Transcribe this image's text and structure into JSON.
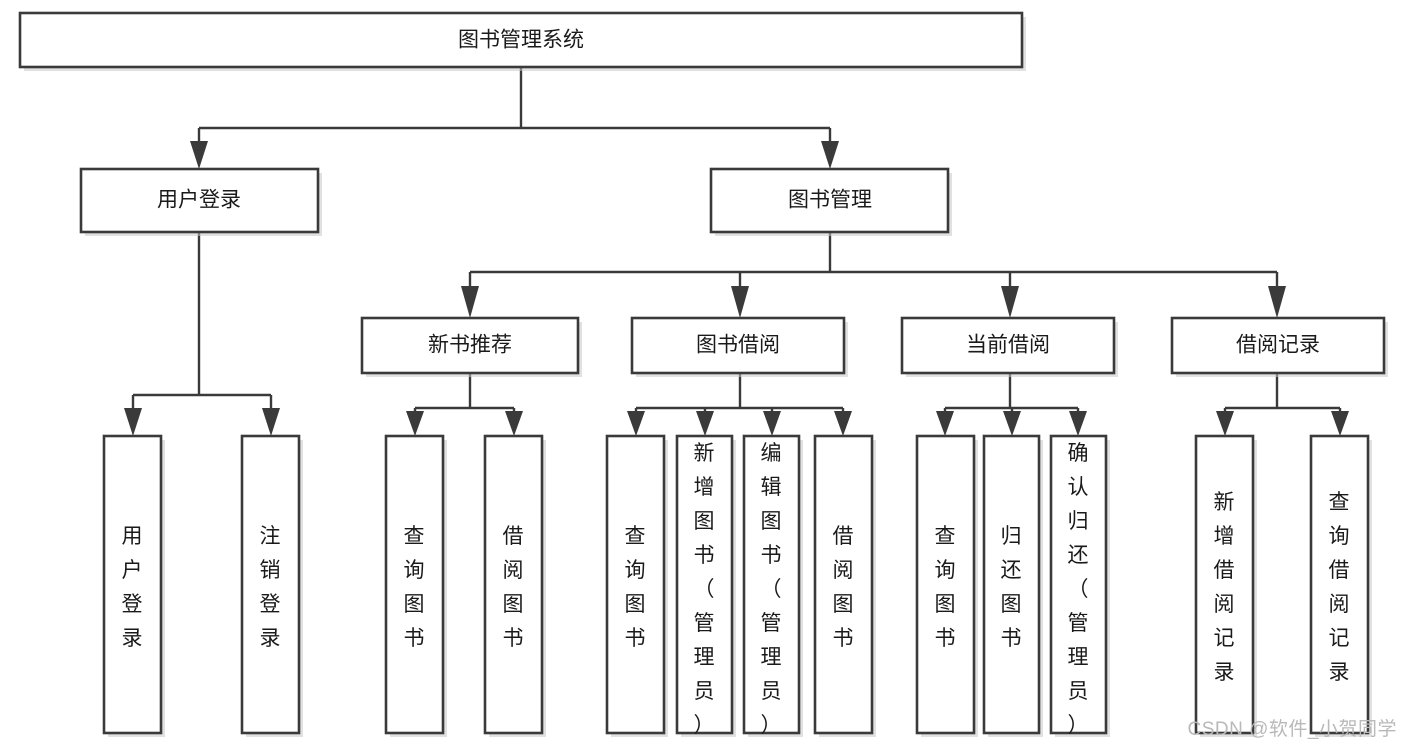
{
  "diagram": {
    "type": "hierarchy-tree",
    "title": "图书管理系统",
    "watermark": "CSDN @软件_小贺同学",
    "colors": {
      "box_stroke": "#3a3a3a",
      "box_fill": "#ffffff",
      "connector": "#3a3a3a",
      "text": "#1a1a1a",
      "watermark": "#b9b9b9",
      "background": "#ffffff"
    },
    "levels": [
      {
        "level": 1,
        "nodes": [
          {
            "id": "root",
            "label": "图书管理系统",
            "orientation": "horizontal"
          }
        ]
      },
      {
        "level": 2,
        "nodes": [
          {
            "id": "user-login",
            "label": "用户登录",
            "orientation": "horizontal",
            "parent": "root"
          },
          {
            "id": "book-management",
            "label": "图书管理",
            "orientation": "horizontal",
            "parent": "root"
          }
        ]
      },
      {
        "level": 3,
        "nodes": [
          {
            "id": "new-book-recommend",
            "label": "新书推荐",
            "orientation": "horizontal",
            "parent": "book-management"
          },
          {
            "id": "book-borrow",
            "label": "图书借阅",
            "orientation": "horizontal",
            "parent": "book-management"
          },
          {
            "id": "current-borrow",
            "label": "当前借阅",
            "orientation": "horizontal",
            "parent": "book-management"
          },
          {
            "id": "borrow-record",
            "label": "借阅记录",
            "orientation": "horizontal",
            "parent": "book-management"
          }
        ]
      },
      {
        "level": 4,
        "nodes": [
          {
            "id": "leaf-user-login",
            "label": "用户登录",
            "orientation": "vertical",
            "parent": "user-login"
          },
          {
            "id": "leaf-logout",
            "label": "注销登录",
            "orientation": "vertical",
            "parent": "user-login"
          },
          {
            "id": "leaf-query-book-1",
            "label": "查询图书",
            "orientation": "vertical",
            "parent": "new-book-recommend"
          },
          {
            "id": "leaf-borrow-book-1",
            "label": "借阅图书",
            "orientation": "vertical",
            "parent": "new-book-recommend"
          },
          {
            "id": "leaf-query-book-2",
            "label": "查询图书",
            "orientation": "vertical",
            "parent": "book-borrow"
          },
          {
            "id": "leaf-add-book",
            "label": "新增图书（管理员）",
            "orientation": "vertical",
            "parent": "book-borrow"
          },
          {
            "id": "leaf-edit-book",
            "label": "编辑图书（管理员）",
            "orientation": "vertical",
            "parent": "book-borrow"
          },
          {
            "id": "leaf-borrow-book-2",
            "label": "借阅图书",
            "orientation": "vertical",
            "parent": "book-borrow"
          },
          {
            "id": "leaf-query-book-3",
            "label": "查询图书",
            "orientation": "vertical",
            "parent": "current-borrow"
          },
          {
            "id": "leaf-return-book",
            "label": "归还图书",
            "orientation": "vertical",
            "parent": "current-borrow"
          },
          {
            "id": "leaf-confirm-return",
            "label": "确认归还（管理员）",
            "orientation": "vertical",
            "parent": "current-borrow"
          },
          {
            "id": "leaf-add-record",
            "label": "新增借阅记录",
            "orientation": "vertical",
            "parent": "borrow-record"
          },
          {
            "id": "leaf-query-record",
            "label": "查询借阅记录",
            "orientation": "vertical",
            "parent": "borrow-record"
          }
        ]
      }
    ]
  }
}
